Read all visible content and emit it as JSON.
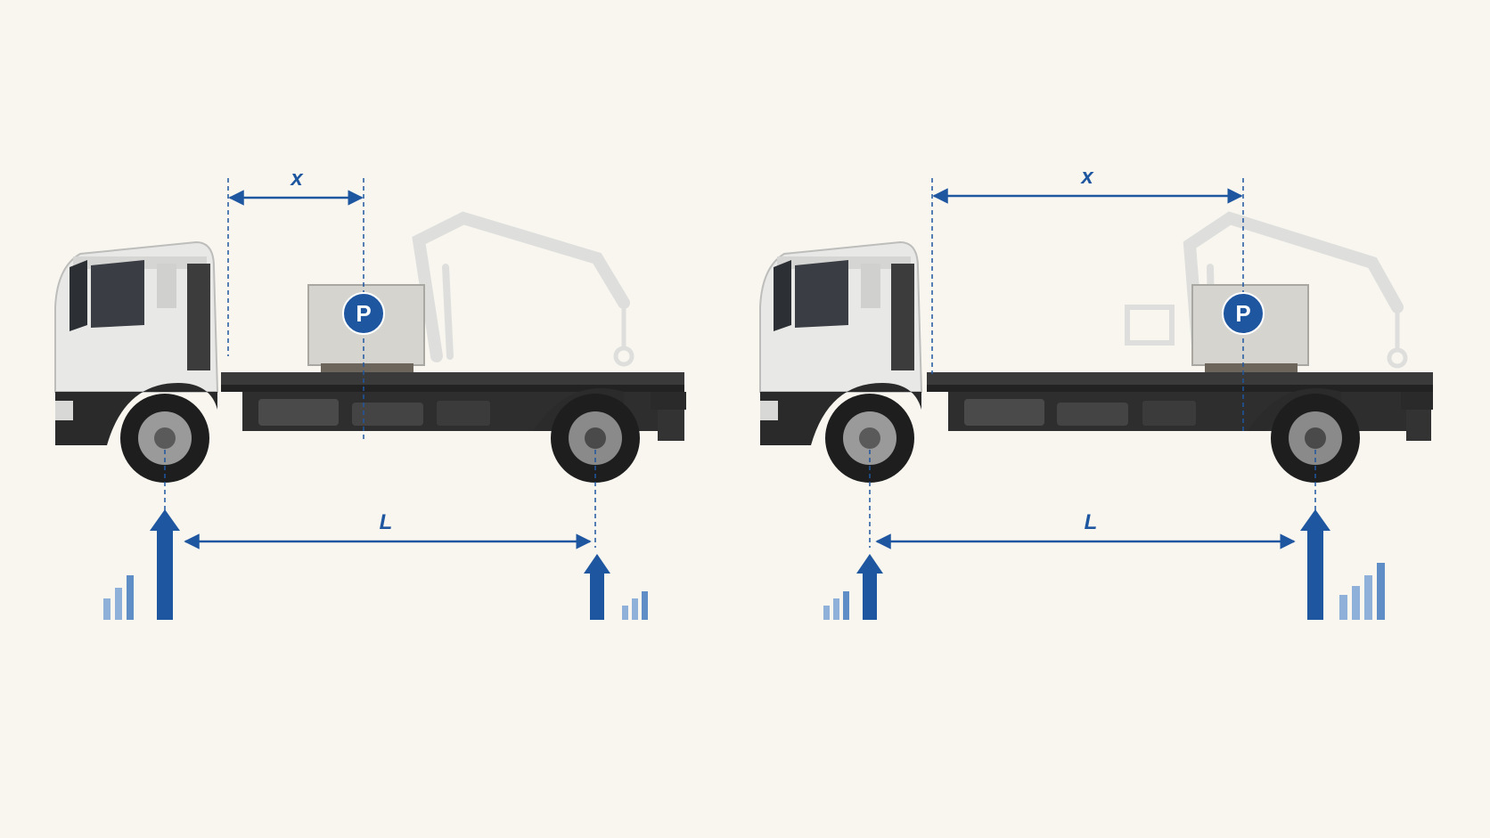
{
  "colors": {
    "background": "#f8f6ef",
    "accent": "#1f56a0",
    "bar_light": "#8fb0d8",
    "truck_cab": "#e8e8e6",
    "chassis": "#2a2a2a",
    "load": "#d6d4cf",
    "crane_ghost": "#cfd3d6"
  },
  "panels": [
    {
      "variant": "load-near-cab",
      "labels": {
        "distance": "x",
        "span": "L",
        "load": "P"
      },
      "load_position_fraction": 0.45,
      "front_reaction_bars": 3,
      "rear_reaction_bars": 3,
      "front_reaction_relative": "large",
      "rear_reaction_relative": "small"
    },
    {
      "variant": "load-near-rear",
      "labels": {
        "distance": "x",
        "span": "L",
        "load": "P"
      },
      "load_position_fraction": 0.85,
      "front_reaction_bars": 3,
      "rear_reaction_bars": 4,
      "front_reaction_relative": "small",
      "rear_reaction_relative": "large"
    }
  ]
}
